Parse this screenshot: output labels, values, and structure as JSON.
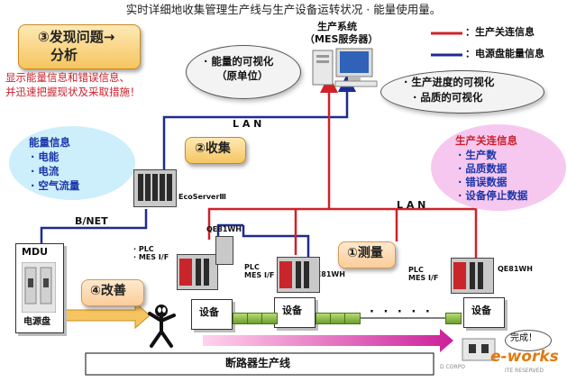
{
  "title": "实时详细地收集管理生产线与生产设备运转状况 · 能量使用量。",
  "step3": {
    "label_line1": "③发现问题→",
    "label_line2": "分析"
  },
  "step3_desc": {
    "line1": "显示能量信息和错误信息、",
    "line2": "并迅速把握现状及采取措施！"
  },
  "step2": {
    "label": "②收集"
  },
  "step1": {
    "label": "①测量"
  },
  "step4": {
    "label": "④改善"
  },
  "bubble_energy": {
    "line1": "· 能量的可视化",
    "line2": "（原单位）"
  },
  "bubble_production": {
    "line1": "· 生产进度的可视化",
    "line2": "· 品质的可视化"
  },
  "server": {
    "line1": "生产系统",
    "line2": "（MES服务器）"
  },
  "legend": {
    "red": "：生产关连信息",
    "blue": "：电源盘能量信息",
    "red_color": "#d0212a",
    "blue_color": "#1e2b8f"
  },
  "energy_info": {
    "title": "能量信息",
    "items": [
      "· 电能",
      "· 电流",
      "· 空气流量"
    ]
  },
  "production_info": {
    "title": "生产关连信息",
    "items": [
      "· 生产数",
      "· 品质数据",
      "· 错误数据",
      "· 设备停止数据"
    ]
  },
  "network": {
    "lan_top": "L A N",
    "lan_right": "L A N",
    "bnet": "B/NET"
  },
  "ecoserver": "EcoServerⅢ",
  "mdu": {
    "title": "MDU",
    "caption": "电源盘"
  },
  "plc_labels": {
    "left": "· PLC\n· MES I/F",
    "middle": "PLC\nMES I/F",
    "right": "PLC\nMES I/F"
  },
  "meters": [
    "QE81WH",
    "QE81WH",
    "QE81WH"
  ],
  "equipment": [
    "设备",
    "设备",
    "设备"
  ],
  "dots": "· · · · ·",
  "complete": "完成！",
  "line_label": "断路器生产线",
  "footer_text": "D CORPO",
  "footer_rights": "ITE RESERVED",
  "watermark": "e-works"
}
